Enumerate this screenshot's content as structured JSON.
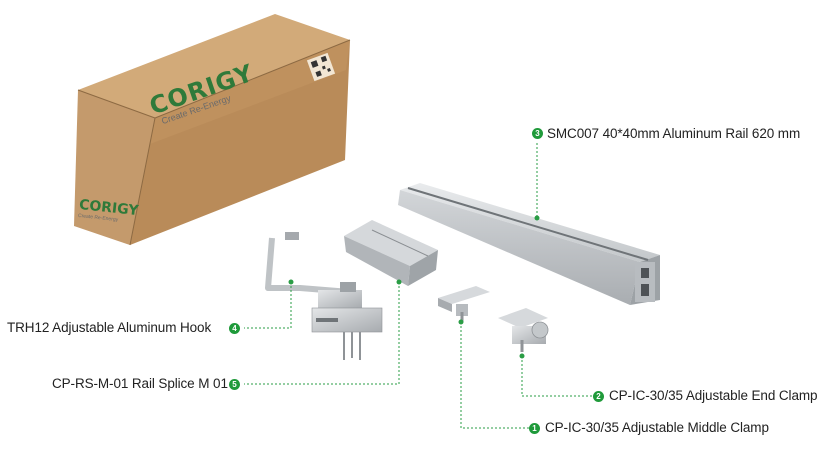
{
  "box": {
    "brand": "CORIGY",
    "tagline": "Create Re-Energy"
  },
  "callouts": [
    {
      "number": "1",
      "label": "CP-IC-30/35 Adjustable Middle Clamp"
    },
    {
      "number": "2",
      "label": "CP-IC-30/35 Adjustable End Clamp"
    },
    {
      "number": "3",
      "label": "SMC007 40*40mm Aluminum Rail 620 mm"
    },
    {
      "number": "4",
      "label": "TRH12 Adjustable Aluminum Hook"
    },
    {
      "number": "5",
      "label": "CP-RS-M-01 Rail Splice M 01"
    }
  ],
  "colors": {
    "accent": "#1f9a3a",
    "cardboard": "#c49a6c",
    "aluminum": "#c9cccf"
  }
}
